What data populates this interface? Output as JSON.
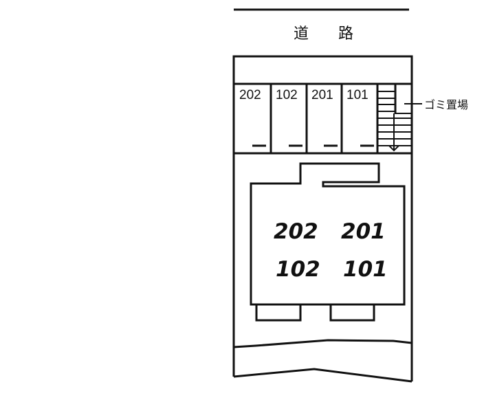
{
  "road_label": "道 路",
  "parking": [
    "202",
    "102",
    "201",
    "101"
  ],
  "garbage_label": "ゴミ置場",
  "building_units": {
    "top_left": "202",
    "top_right": "201",
    "bottom_left": "102",
    "bottom_right": "101"
  }
}
